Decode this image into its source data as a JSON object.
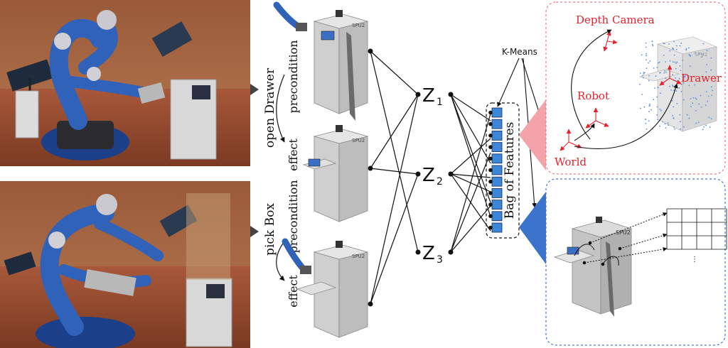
{
  "photos": {
    "top_alt": "robot opening drawer",
    "bottom_alt": "robot picking box"
  },
  "actions": [
    {
      "name": "open Drawer",
      "states": [
        "precondition",
        "effect"
      ]
    },
    {
      "name": "pick Box",
      "states": [
        "precondition",
        "effect"
      ]
    }
  ],
  "spu_label": "SPU2",
  "latent_nodes": [
    {
      "letter": "Z",
      "sub": "1"
    },
    {
      "letter": "Z",
      "sub": "2"
    },
    {
      "letter": "Z",
      "sub": "3"
    }
  ],
  "bag_of_features": {
    "label": "Bag of Features",
    "slot_count": 11
  },
  "kmeans_label": "K-Means",
  "frames": {
    "depth_camera": "Depth Camera",
    "robot": "Robot",
    "drawer": "Drawer",
    "world": "World"
  },
  "grid_ellipsis": "⋮",
  "colors": {
    "robot_blue": "#2f62b8",
    "frame_red": "#e8202a",
    "pink_panel_border": "#e87a86",
    "pink_wedge": "#f4a3aa",
    "blue_panel_border": "#4a78c8",
    "blue_wedge": "#3a72cc",
    "feature_cell": "#3d86d8",
    "photo_arrow": "#444444"
  }
}
